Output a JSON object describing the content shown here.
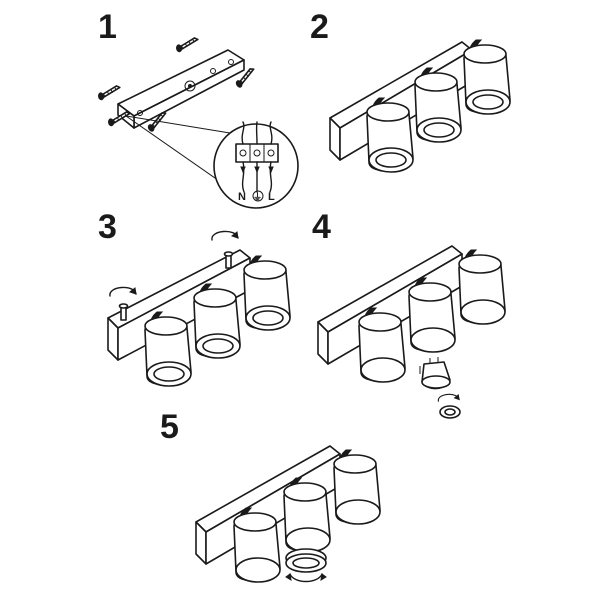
{
  "steps": [
    {
      "number": "1"
    },
    {
      "number": "2"
    },
    {
      "number": "3"
    },
    {
      "number": "4"
    },
    {
      "number": "5"
    }
  ],
  "wiring": {
    "neutral": "N",
    "earth": "⏚",
    "live": "L"
  },
  "colors": {
    "line": "#1a1a1a",
    "background": "#ffffff"
  }
}
